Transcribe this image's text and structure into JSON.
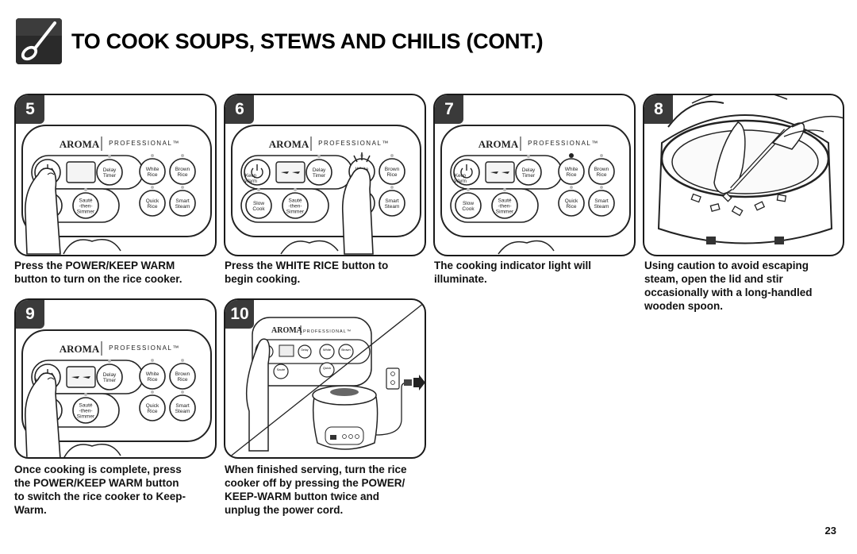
{
  "header": {
    "title": "TO COOK SOUPS, STEWS AND CHILIS (CONT.)",
    "icon": "ladle-icon"
  },
  "panel_labels": {
    "brand": "AROMA",
    "line": "PROFESSIONAL™",
    "delay": [
      "Delay",
      "Timer"
    ],
    "white": [
      "White",
      "Rice"
    ],
    "brown": [
      "Brown",
      "Rice"
    ],
    "slow": [
      "Slow",
      "Cook"
    ],
    "saute": [
      "Sauté",
      "-then-",
      "Simmer"
    ],
    "quick": [
      "Quick",
      "Rice"
    ],
    "smart": [
      "Smart",
      "Steam"
    ],
    "keep": [
      "Keep",
      "Warm"
    ]
  },
  "steps": [
    {
      "number": "5",
      "caption": [
        "Press the POWER/KEEP WARM",
        "button to turn on the rice cooker."
      ]
    },
    {
      "number": "6",
      "caption": [
        "Press the WHITE RICE button to",
        "begin cooking."
      ]
    },
    {
      "number": "7",
      "caption": [
        "The cooking indicator light will",
        "illuminate."
      ]
    },
    {
      "number": "8",
      "caption": [
        "Using caution to avoid escaping",
        "steam, open the lid and stir",
        "occasionally with a long-handled",
        "wooden spoon."
      ]
    },
    {
      "number": "9",
      "caption": [
        "Once cooking is complete, press",
        "the POWER/KEEP WARM button",
        "to switch the rice cooker to Keep-",
        "Warm."
      ]
    },
    {
      "number": "10",
      "caption": [
        "When finished serving, turn the rice",
        "cooker off by pressing the POWER/",
        "KEEP-WARM button twice and",
        "unplug the power cord."
      ]
    }
  ],
  "page_number": "23"
}
